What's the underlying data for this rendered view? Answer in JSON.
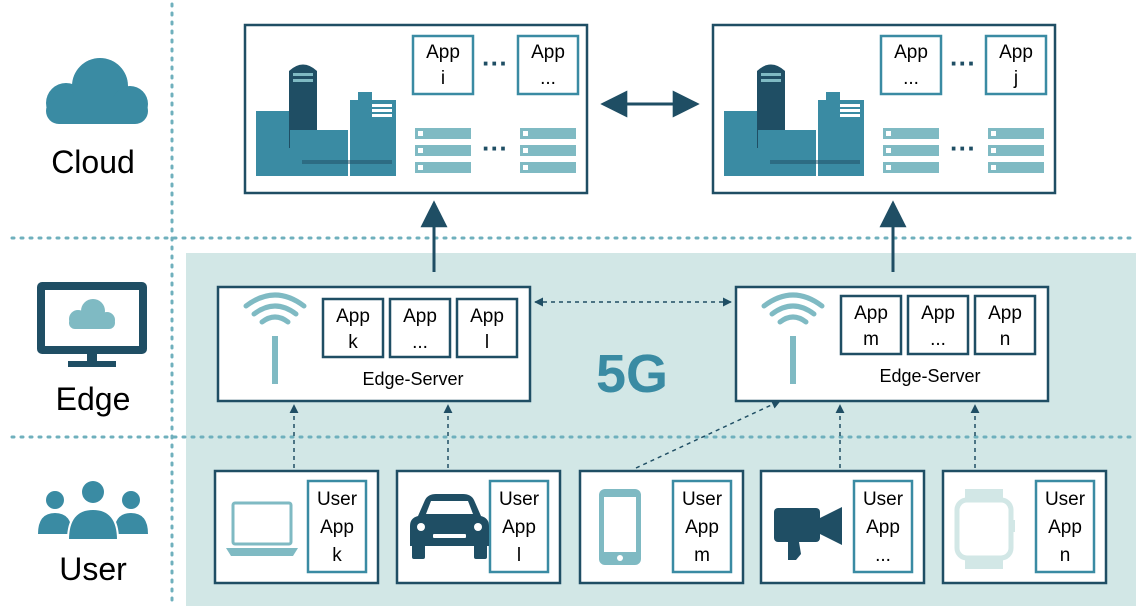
{
  "colors": {
    "dark": "#1f4e64",
    "mid": "#3a8ba3",
    "light": "#7fbac3",
    "band": "#d2e7e6",
    "dot": "#6fb0bd"
  },
  "rows": {
    "cloud": "Cloud",
    "edge": "Edge",
    "user": "User"
  },
  "network_label": "5G",
  "cloud_servers": [
    {
      "apps": [
        [
          "App",
          "i"
        ],
        [
          "App",
          "..."
        ]
      ]
    },
    {
      "apps": [
        [
          "App",
          "..."
        ],
        [
          "App",
          "j"
        ]
      ]
    }
  ],
  "edge_servers": [
    {
      "label": "Edge-Server",
      "apps": [
        [
          "App",
          "k"
        ],
        [
          "App",
          "..."
        ],
        [
          "App",
          "l"
        ]
      ]
    },
    {
      "label": "Edge-Server",
      "apps": [
        [
          "App",
          "m"
        ],
        [
          "App",
          "..."
        ],
        [
          "App",
          "n"
        ]
      ]
    }
  ],
  "devices": [
    {
      "icon": "laptop-icon",
      "app": [
        "User",
        "App",
        "k"
      ]
    },
    {
      "icon": "car-icon",
      "app": [
        "User",
        "App",
        "l"
      ]
    },
    {
      "icon": "smartphone-icon",
      "app": [
        "User",
        "App",
        "m"
      ]
    },
    {
      "icon": "video-camera-icon",
      "app": [
        "User",
        "App",
        "..."
      ]
    },
    {
      "icon": "smartwatch-icon",
      "app": [
        "User",
        "App",
        "n"
      ]
    }
  ]
}
